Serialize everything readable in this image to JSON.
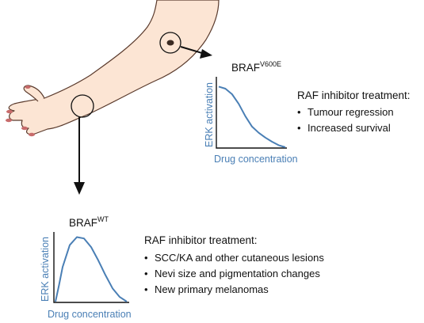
{
  "icons": {
    "arm": "arm-illustration",
    "lesion": "skin-lesion-icon",
    "site_marker": "circle-marker-icon",
    "arrow": "arrow-icon"
  },
  "colors": {
    "curve": "#4a7fb5",
    "axis_label": "#4a7fb5",
    "skin": "#fce5d4",
    "skin_outline": "#5a3a2c",
    "nail": "#c86b6b",
    "lesion": "#3b2a22"
  },
  "mutant_panel": {
    "gene": "BRAF",
    "allele": "V600E",
    "ylabel": "ERK activation",
    "xlabel": "Drug concentration",
    "heading": "RAF inhibitor treatment:",
    "effects": [
      "Tumour regression",
      "Increased survival"
    ]
  },
  "wildtype_panel": {
    "gene": "BRAF",
    "allele": "WT",
    "ylabel": "ERK activation",
    "xlabel": "Drug concentration",
    "heading": "RAF inhibitor treatment:",
    "effects": [
      "SCC/KA and other cutaneous lesions",
      "Nevi size and pigmentation changes",
      "New primary melanomas"
    ]
  },
  "chart_data": [
    {
      "type": "line",
      "xlabel": "Drug concentration",
      "ylabel": "ERK activation",
      "series": [
        {
          "x": [
            0,
            0.1,
            0.2,
            0.3,
            0.4,
            0.5,
            0.6,
            0.7,
            0.8,
            0.9,
            1.0
          ],
          "values": [
            0.88,
            0.85,
            0.77,
            0.63,
            0.45,
            0.3,
            0.21,
            0.14,
            0.08,
            0.03,
            0.0
          ]
        }
      ]
    },
    {
      "type": "line",
      "xlabel": "Drug concentration",
      "ylabel": "ERK activation",
      "series": [
        {
          "x": [
            0,
            0.05,
            0.1,
            0.2,
            0.3,
            0.4,
            0.5,
            0.6,
            0.7,
            0.8,
            0.9,
            1.0
          ],
          "values": [
            0.0,
            0.25,
            0.52,
            0.85,
            0.97,
            0.95,
            0.82,
            0.62,
            0.4,
            0.2,
            0.07,
            0.0
          ]
        }
      ]
    }
  ]
}
